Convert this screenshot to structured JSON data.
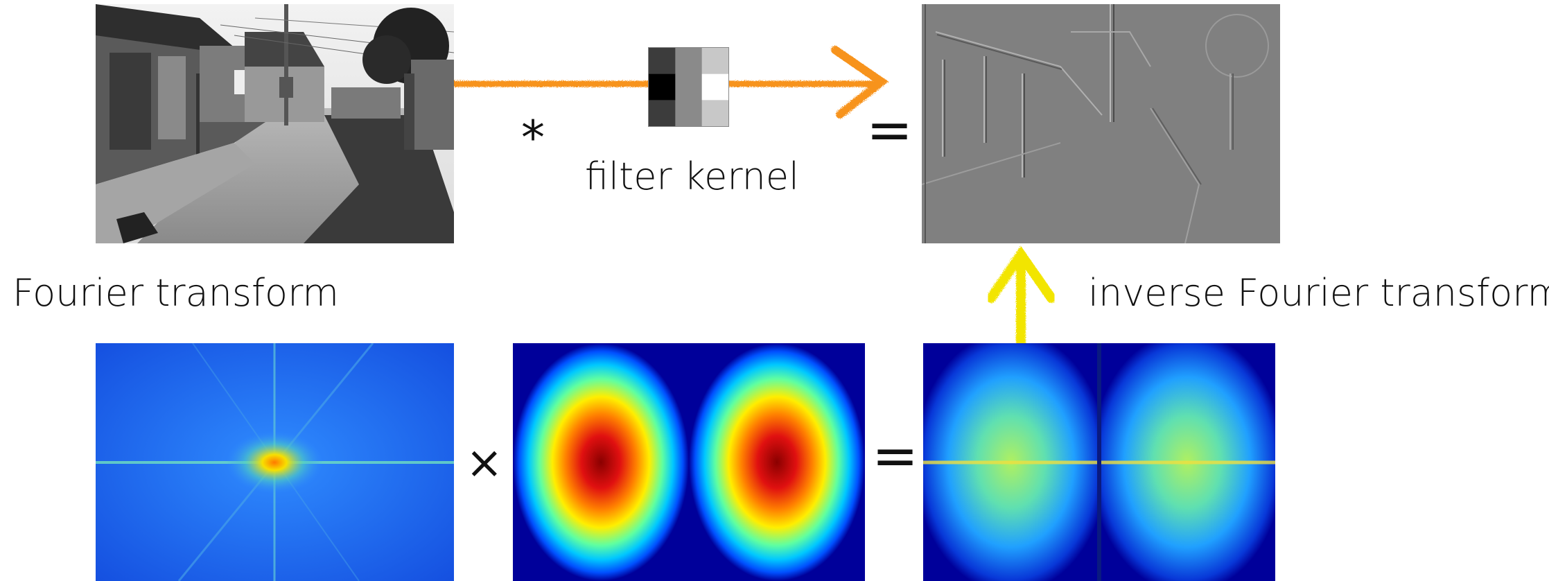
{
  "labels": {
    "filter_kernel": "filter kernel",
    "fourier_transform": "Fourier transform",
    "inverse_fourier_transform": "inverse Fourier transform"
  },
  "operators": {
    "convolve": "*",
    "multiply": "×",
    "equals_top": "=",
    "equals_bottom": "="
  },
  "kernel": {
    "cells": [
      "#3c3c3c",
      "#8a8a8a",
      "#c8c8c8"
    ],
    "center_cells": [
      "#000000",
      "#8a8a8a",
      "#ffffff"
    ]
  },
  "colors": {
    "spatial_arrow": "#f7931e",
    "frequency_arrow": "#f2e500"
  }
}
